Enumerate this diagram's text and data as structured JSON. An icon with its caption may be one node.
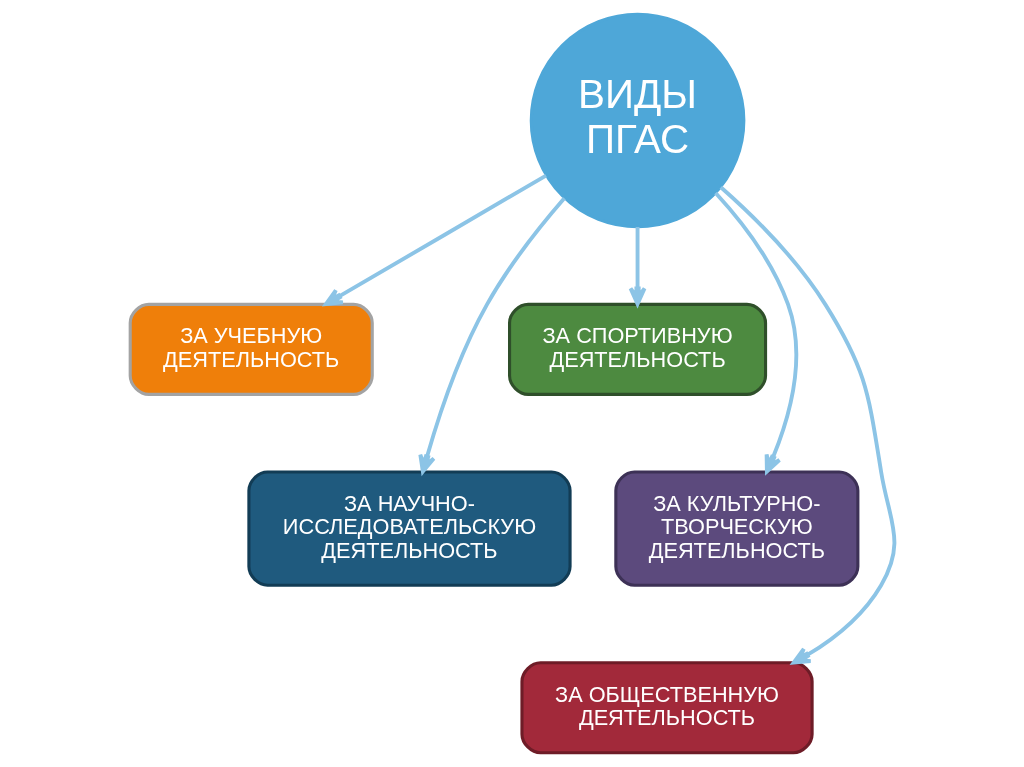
{
  "diagram": {
    "nodes": [
      {
        "text": [
          "ВИДЫ ПГАС"
        ]
      },
      {
        "text": [
          "ЗА УЧЕБНУЮ ДЕЯТЕЛЬНОСТЬ"
        ]
      },
      {
        "text": [
          "ЗА СПОРТИВНУЮ ДЕЯТЕЛЬНОСТЬ"
        ]
      },
      {
        "text": [
          "ЗА НАУЧНО-ИССЛЕДОВАТЕЛЬСКУЮ ДЕЯТЕЛЬНОСТЬ"
        ]
      },
      {
        "text": [
          "ЗА КУЛЬТУРНО-ТВОРЧЕСКУЮ ДЕЯТЕЛЬНОСТЬ"
        ]
      },
      {
        "text": [
          "ЗА ОБЩЕСТВЕННУЮ ДЕЯТЕЛЬНОСТЬ"
        ]
      }
    ],
    "edges": [
      {
        "from": 0,
        "to": 1,
        "arrow": "to"
      },
      {
        "from": 0,
        "to": 3,
        "arrow": "to"
      },
      {
        "from": 0,
        "to": 5,
        "arrow": "to"
      },
      {
        "from": 0,
        "to": 4,
        "arrow": "to"
      },
      {
        "from": 0,
        "to": 2,
        "arrow": "to"
      }
    ]
  }
}
